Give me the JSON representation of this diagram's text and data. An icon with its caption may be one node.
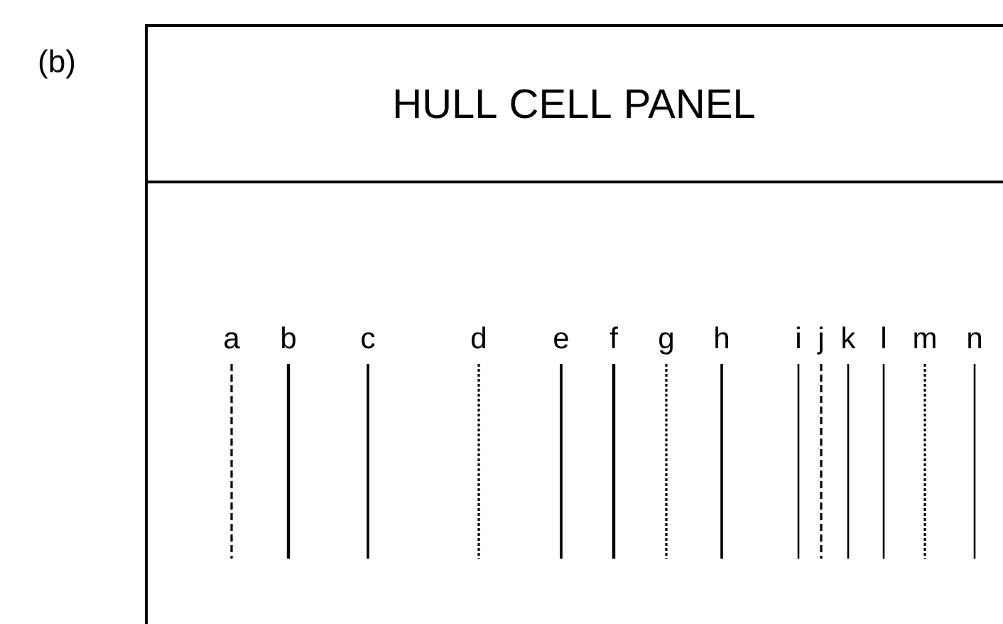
{
  "diagram": {
    "nodes": [
      {
        "text": [
          "HULL CELL PANEL"
        ]
      }
    ],
    "labels": [
      "(b)",
      "a",
      "b",
      "c",
      "d",
      "e",
      "f",
      "g",
      "h",
      "i",
      "j",
      "k",
      "l",
      "m",
      "n"
    ]
  }
}
